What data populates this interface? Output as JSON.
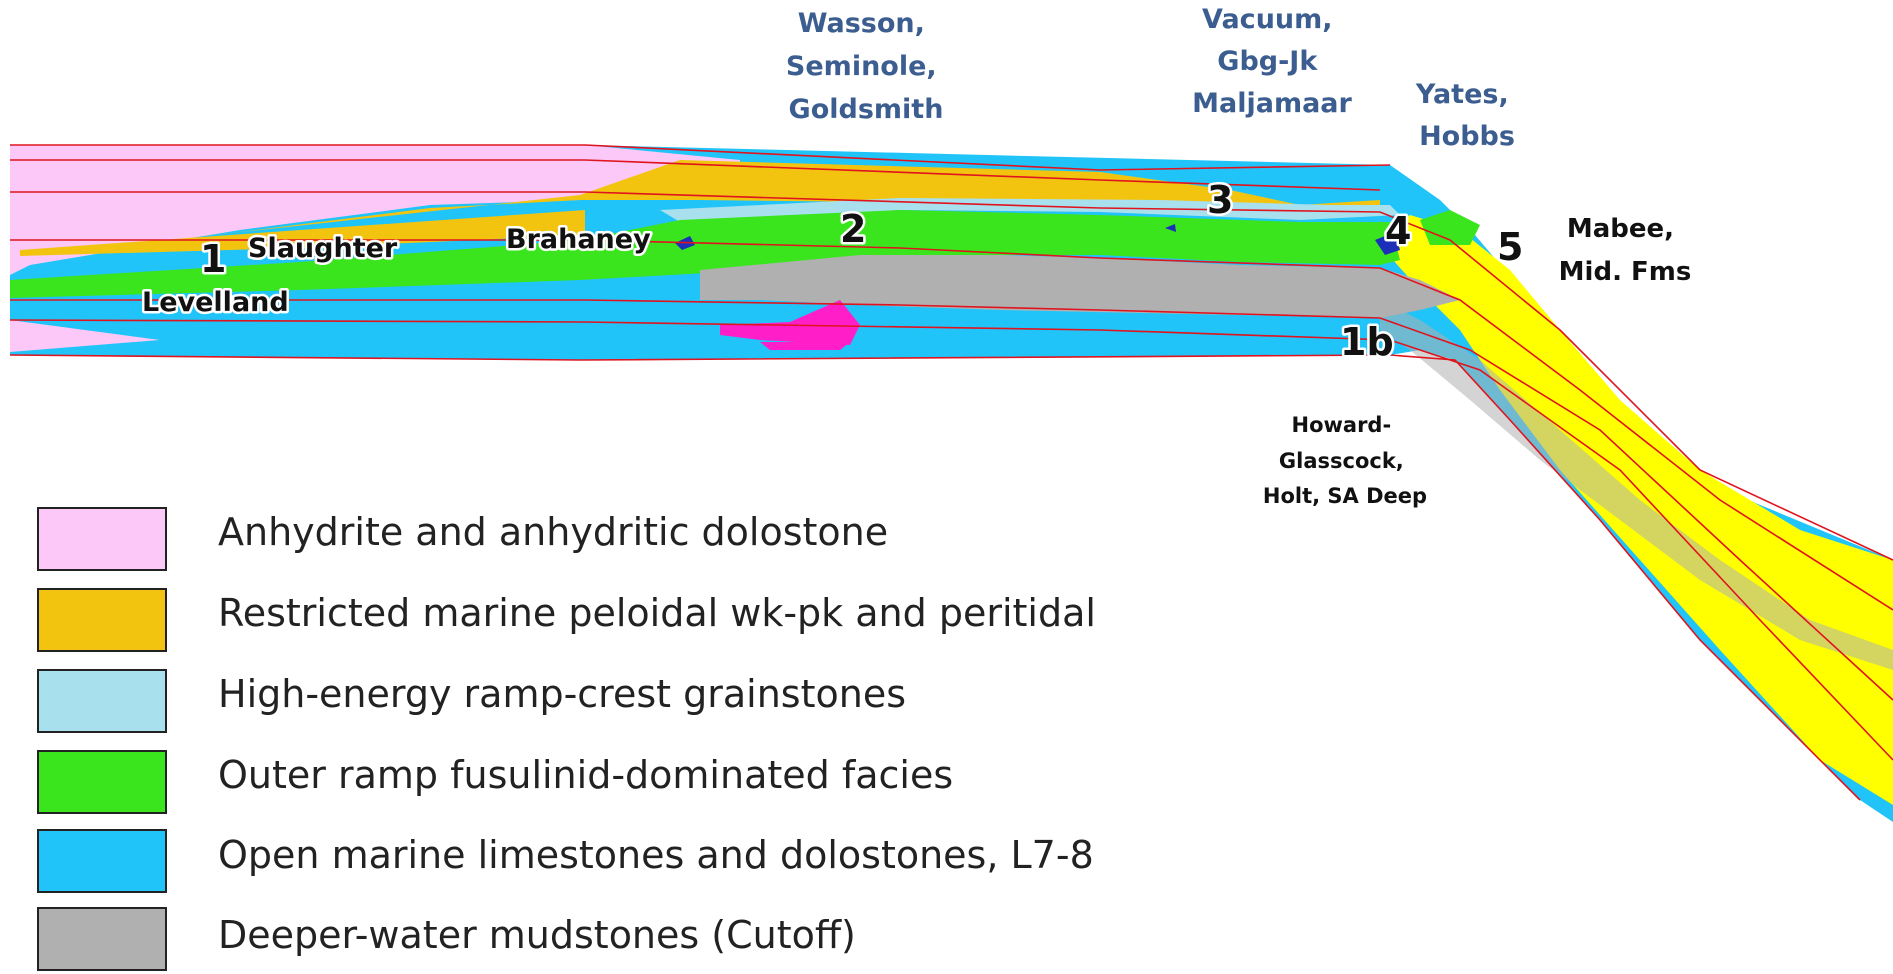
{
  "colors": {
    "anhydrite": "#fbc8f8",
    "restricted": "#f2c40f",
    "ramp_crest": "#a8e0ee",
    "fusulinid": "#3ae51e",
    "open_marine": "#21c4f8",
    "mudstone": "#b0b0b0",
    "slope_yellow": "#ffff00",
    "magenta": "#ff1ec8",
    "dark_blue": "#1b2fb8",
    "timeline_red": "#e0141e",
    "label_blue": "#3b5d8f"
  },
  "field_labels": {
    "wasson": [
      "Wasson,",
      "Seminole,",
      "Goldsmith"
    ],
    "vacuum": [
      "Vacuum,",
      "Gbg-Jk",
      "Maljamaar"
    ],
    "yates": [
      "Yates,",
      "Hobbs"
    ],
    "mabee": [
      "Mabee,",
      "Mid. Fms"
    ],
    "howard": [
      "Howard-",
      "Glasscock,",
      "Holt, SA Deep"
    ],
    "slaughter": "Slaughter",
    "levelland": "Levelland",
    "brahaney": "Brahaney"
  },
  "numbers": {
    "n1": "1",
    "n1b": "1b",
    "n2": "2",
    "n3": "3",
    "n4": "4",
    "n5": "5"
  },
  "legend": [
    {
      "label": "Anhydrite and anhydritic dolostone",
      "color": "#fbc8f8"
    },
    {
      "label": "Restricted marine peloidal wk-pk and peritidal",
      "color": "#f2c40f"
    },
    {
      "label": "High-energy ramp-crest grainstones",
      "color": "#a8e0ee"
    },
    {
      "label": "Outer ramp fusulinid-dominated facies",
      "color": "#3ae51e"
    },
    {
      "label": "Open marine limestones and dolostones, L7-8",
      "color": "#21c4f8"
    },
    {
      "label": "Deeper-water mudstones (Cutoff)",
      "color": "#b0b0b0"
    }
  ]
}
